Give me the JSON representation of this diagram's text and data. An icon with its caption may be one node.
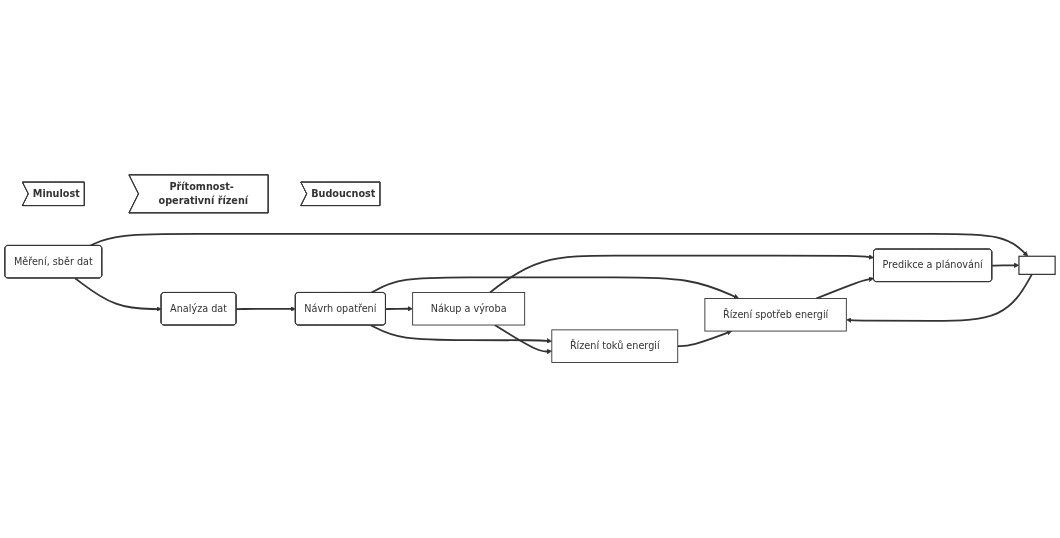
{
  "diagram": {
    "nodes": [
      {
        "text": [
          "Minulost"
        ]
      },
      {
        "text": [
          "Přítomnost- operativní řízení"
        ]
      },
      {
        "text": [
          "Budoucnost"
        ]
      },
      {
        "text": [
          "Měření, sběr dat"
        ]
      },
      {
        "text": [
          "Analýza dat"
        ]
      },
      {
        "text": [
          "Návrh opatření"
        ]
      },
      {
        "text": [
          "Nákup a výroba"
        ]
      },
      {
        "text": [
          "Řízení toků energií"
        ]
      },
      {
        "text": [
          "Řízení spotřeb energií"
        ]
      },
      {
        "text": [
          "Predikce a plánování"
        ]
      },
      {
        "text": [],
        "shape": "bar"
      }
    ],
    "edges": [
      {
        "from": 3,
        "to": 4,
        "arrow": "to"
      },
      {
        "from": 4,
        "to": 5,
        "arrow": "to"
      },
      {
        "from": 5,
        "to": 6,
        "arrow": "to"
      },
      {
        "from": 5,
        "to": 7,
        "arrow": "to"
      },
      {
        "from": 5,
        "to": 8,
        "arrow": "to"
      },
      {
        "from": 6,
        "to": 7,
        "arrow": "to"
      },
      {
        "from": 7,
        "to": 8,
        "arrow": "to"
      },
      {
        "from": 6,
        "to": 9,
        "arrow": "to"
      },
      {
        "from": 8,
        "to": 9,
        "arrow": "to"
      },
      {
        "from": 3,
        "to": 10,
        "arrow": "to"
      },
      {
        "from": 10,
        "to": 8,
        "arrow": "to"
      },
      {
        "from": 9,
        "to": 10,
        "arrow": "to"
      }
    ]
  }
}
